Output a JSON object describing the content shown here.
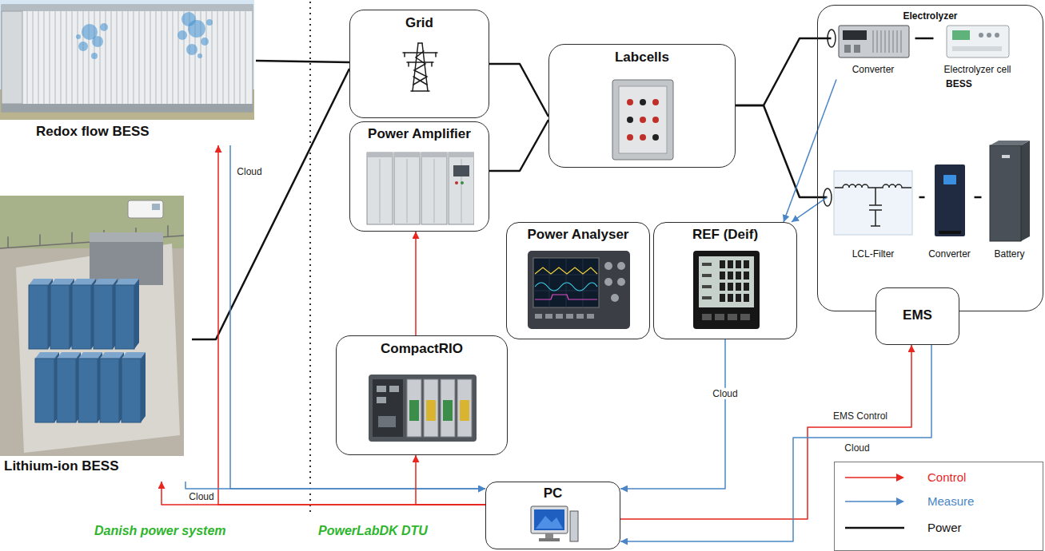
{
  "diagram": {
    "nodes": [
      {
        "text": [
          "Redox flow BESS"
        ]
      },
      {
        "text": [
          "Grid"
        ]
      },
      {
        "text": [
          "Power Amplifier"
        ]
      },
      {
        "text": [
          "Labcells"
        ]
      },
      {
        "text": [
          "Electrolyzer"
        ]
      },
      {
        "text": [
          "Converter"
        ],
        "in": 4
      },
      {
        "text": [
          "Electrolyzer cell"
        ],
        "in": 4
      },
      {
        "text": [
          "LCL-Filter"
        ],
        "in": 4
      },
      {
        "text": [
          "Converter"
        ],
        "in": 4
      },
      {
        "text": [
          "Battery"
        ],
        "in": 4
      },
      {
        "text": [
          "Lithium-ion BESS"
        ]
      },
      {
        "text": [
          "Power Analyser"
        ]
      },
      {
        "text": [
          "REF (Deif)"
        ]
      },
      {
        "text": [
          "EMS"
        ]
      },
      {
        "text": [
          "CompactRIO"
        ]
      },
      {
        "text": [
          "PC"
        ]
      }
    ],
    "edges": [
      {
        "from": 0,
        "to": 1,
        "arrow": "none"
      },
      {
        "from": 10,
        "to": 1,
        "arrow": "none"
      },
      {
        "from": 1,
        "to": 3,
        "arrow": "none"
      },
      {
        "from": 2,
        "to": 3,
        "arrow": "none"
      },
      {
        "from": 3,
        "to": 5,
        "arrow": "none"
      },
      {
        "from": 3,
        "to": 7,
        "arrow": "none"
      },
      {
        "from": 5,
        "to": 6,
        "arrow": "none"
      },
      {
        "from": 7,
        "to": 8,
        "arrow": "none"
      },
      {
        "from": 8,
        "to": 9,
        "arrow": "none"
      },
      {
        "from": 15,
        "to": 0,
        "arrow": "to"
      },
      {
        "from": 15,
        "to": 10,
        "arrow": "to"
      },
      {
        "from": 10,
        "to": 15,
        "arrow": "to",
        "label": "Cloud"
      },
      {
        "from": 0,
        "to": 15,
        "arrow": "to",
        "label": "Cloud"
      },
      {
        "from": 15,
        "to": 14,
        "arrow": "to"
      },
      {
        "from": 14,
        "to": 2,
        "arrow": "to"
      },
      {
        "from": 15,
        "to": 13,
        "arrow": "to",
        "label": "EMS Control"
      },
      {
        "from": 13,
        "to": 15,
        "arrow": "to",
        "label": "Cloud"
      },
      {
        "from": 12,
        "to": 15,
        "arrow": "to",
        "label": "Cloud"
      },
      {
        "from": 5,
        "to": 12,
        "arrow": "to"
      },
      {
        "from": 7,
        "to": 12,
        "arrow": "to"
      }
    ],
    "labels": [
      "BESS",
      "Danish power system",
      "PowerLabDK DTU"
    ],
    "legend": [
      {
        "text": "Control"
      },
      {
        "text": "Measure"
      },
      {
        "text": "Power"
      }
    ]
  }
}
